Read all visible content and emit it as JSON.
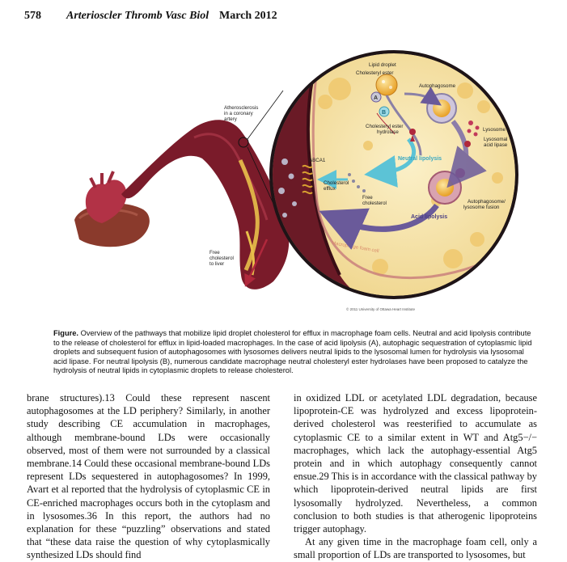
{
  "header": {
    "page_number": "578",
    "journal": "Arterioscler Thromb Vasc Biol",
    "date": "March 2012"
  },
  "figure": {
    "labels": {
      "atherosclerosis": [
        "Atherosclerosis",
        "in a coronary",
        "artery"
      ],
      "free_cholesterol_liver": [
        "Free",
        "cholesterol",
        "to liver"
      ],
      "lipid_droplet": "Lipid droplet",
      "cholesteryl_ester": "Cholesteryl ester",
      "autophagosome": "Autophagosome",
      "ce_hydrolase": [
        "Cholesteryl ester",
        "hydrolase"
      ],
      "lysosome": "Lysosome",
      "lysosomal_acid_lipase": [
        "Lysosomal",
        "acid lipase"
      ],
      "abca1": "ABCA1",
      "cholesterol_efflux": [
        "Cholesterol",
        "efflux"
      ],
      "neutral_lipolysis": "Neutral lipolysis",
      "free_cholesterol": [
        "Free",
        "cholesterol"
      ],
      "autophagosome_lysosome_fusion": [
        "Autophagosome/",
        "lysosome fusion"
      ],
      "acid_lipolysis": "Acid lipolysis",
      "macrophage_foam_cell": "Macrophage foam cell",
      "marker_a": "A",
      "marker_b": "B",
      "copyright": "© 2011 University of Ottawa Heart Institute"
    }
  },
  "caption": {
    "label": "Figure.",
    "text": "Overview of the pathways that mobilize lipid droplet cholesterol for efflux in macrophage foam cells. Neutral and acid lipolysis contribute to the release of cholesterol for efflux in lipid-loaded macrophages. In the case of acid lipolysis (A), autophagic sequestration of cytoplasmic lipid droplets and subsequent fusion of autophagosomes with lysosomes delivers neutral lipids to the lysosomal lumen for hydrolysis via lysosomal acid lipase. For neutral lipolysis (B), numerous candidate macrophage neutral cholesteryl ester hydrolases have been proposed to catalyze the hydrolysis of neutral lipids in cytoplasmic droplets to release cholesterol."
  },
  "body": {
    "left_column": "brane structures).13 Could these represent nascent autophagosomes at the LD periphery? Similarly, in another study describing CE accumulation in macrophages, although membrane-bound LDs were occasionally observed, most of them were not surrounded by a classical membrane.14 Could these occasional membrane-bound LDs represent LDs sequestered in autophagosomes? In 1999, Avart et al reported that the hydrolysis of cytoplasmic CE in CE-enriched macrophages occurs both in the cytoplasm and in lysosomes.36 In this report, the authors had no explanation for these “puzzling” observations and stated that “these data raise the question of why cytoplasmically synthesized LDs should find",
    "right_column_p1": "in oxidized LDL or acetylated LDL degradation, because lipoprotein-CE was hydrolyzed and excess lipoprotein-derived cholesterol was reesterified to accumulate as cytoplasmic CE to a similar extent in WT and Atg5−/− macrophages, which lack the autophagy-essential Atg5 protein and in which autophagy consequently cannot ensue.29 This is in accordance with the classical pathway by which lipoprotein-derived neutral lipids are first lysosomally hydrolyzed. Nevertheless, a common conclusion to both studies is that atherogenic lipoproteins trigger autophagy.",
    "right_column_p2": "At any given time in the macrophage foam cell, only a small proportion of LDs are transported to lysosomes, but"
  },
  "colors": {
    "artery": "#7a1b2a",
    "cell": "#f6e3a6",
    "neutral_arrow": "#5cc3d6",
    "acid_arrow": "#7a6aa8",
    "lipid": "#f2b233"
  }
}
